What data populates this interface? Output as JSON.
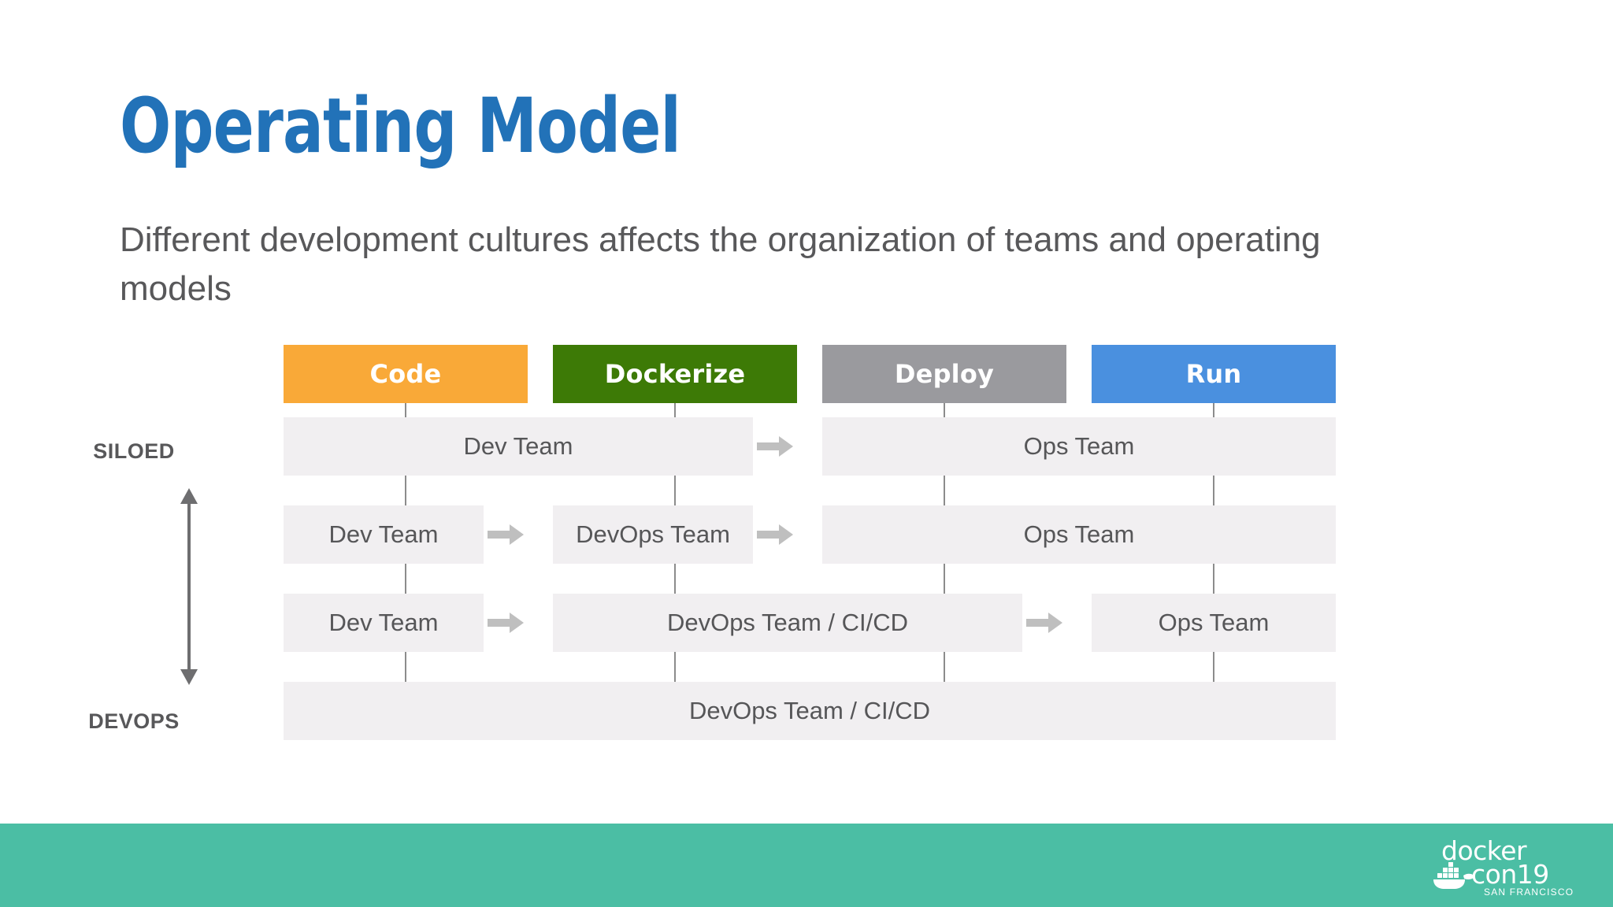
{
  "slide": {
    "title": "Operating Model",
    "subtitle": "Different development cultures affects the organization of teams and operating models",
    "title_color": "#2272B8",
    "subtitle_color": "#58585A",
    "background": "#ffffff"
  },
  "diagram": {
    "axis": {
      "top_label": "SILOED",
      "bottom_label": "DEVOPS",
      "arrow_color": "#6E6E70",
      "direction": "double-headed-vertical"
    },
    "columns": [
      {
        "label": "Code",
        "color": "#F9A938"
      },
      {
        "label": "Dockerize",
        "color": "#3D7A06"
      },
      {
        "label": "Deploy",
        "color": "#9A9A9E"
      },
      {
        "label": "Run",
        "color": "#4A90DF"
      }
    ],
    "cell_background": "#F1EFF1",
    "cell_text_color": "#565658",
    "arrow_color": "#BFBFBF",
    "rows": [
      {
        "name": "siloed",
        "cells": [
          {
            "text": "Dev Team",
            "span_start": 0,
            "span_end": 1
          },
          {
            "text": "Ops Team",
            "span_start": 2,
            "span_end": 3
          }
        ],
        "arrows": [
          {
            "after_cell": 0
          }
        ]
      },
      {
        "name": "row-2",
        "cells": [
          {
            "text": "Dev Team",
            "span_start": 0,
            "span_end": 0
          },
          {
            "text": "DevOps Team",
            "span_start": 1,
            "span_end": 1
          },
          {
            "text": "Ops Team",
            "span_start": 2,
            "span_end": 3
          }
        ],
        "arrows": [
          {
            "after_cell": 0
          },
          {
            "after_cell": 1
          }
        ]
      },
      {
        "name": "row-3",
        "cells": [
          {
            "text": "Dev Team",
            "span_start": 0,
            "span_end": 0
          },
          {
            "text": "DevOps Team / CI/CD",
            "span_start": 1,
            "span_end": 2
          },
          {
            "text": "Ops Team",
            "span_start": 3,
            "span_end": 3
          }
        ],
        "arrows": [
          {
            "after_cell": 0
          },
          {
            "after_cell": 1
          }
        ]
      },
      {
        "name": "devops",
        "cells": [
          {
            "text": "DevOps Team / CI/CD",
            "span_start": 0,
            "span_end": 3
          }
        ],
        "arrows": []
      }
    ]
  },
  "footer": {
    "band_color": "#4BBEA4",
    "logo": {
      "line1": "docker",
      "line2": "con19",
      "tagline": "SAN FRANCISCO"
    }
  }
}
